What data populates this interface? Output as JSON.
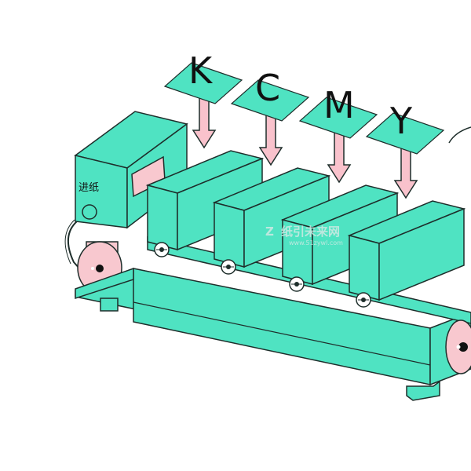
{
  "colors": {
    "machine": "#4fe3c2",
    "outline": "#1e2e2b",
    "arrow": "#f9c2cc",
    "roller": "#f8c8cf"
  },
  "feed_label": "进纸",
  "stations": [
    {
      "letter": "K"
    },
    {
      "letter": "C"
    },
    {
      "letter": "M"
    },
    {
      "letter": "Y"
    }
  ],
  "watermark": {
    "brand": "纸引未来网",
    "url": "www.51zywl.com"
  }
}
